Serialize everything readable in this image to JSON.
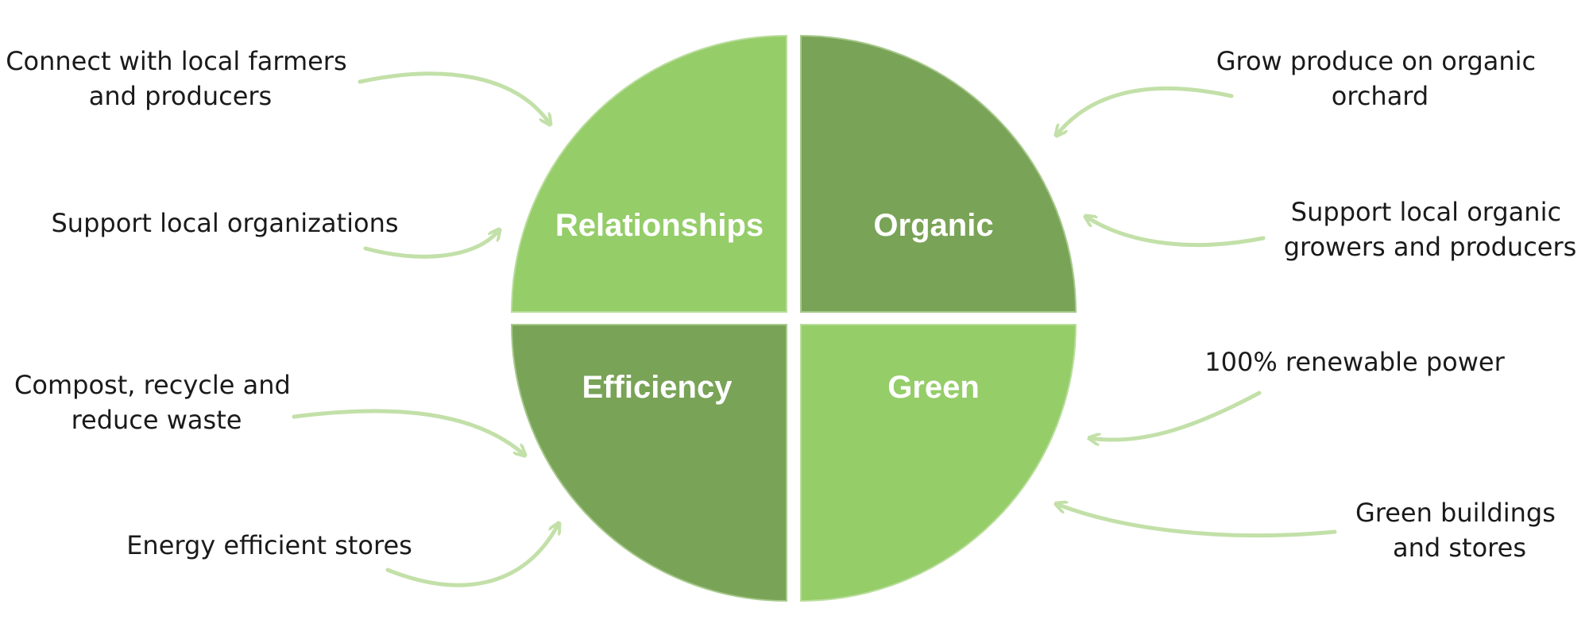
{
  "colors": {
    "light_green": "#95cd69",
    "dark_green": "#79a357",
    "arrow_green": "#c2e0a8",
    "text": "#1a1a1a",
    "label_text": "#ffffff"
  },
  "quadrants": [
    {
      "id": "relationships",
      "label": "Relationships"
    },
    {
      "id": "organic",
      "label": "Organic"
    },
    {
      "id": "efficiency",
      "label": "Efficiency"
    },
    {
      "id": "green",
      "label": "Green"
    }
  ],
  "annotations": [
    {
      "id": "connect-farmers",
      "quadrant": "relationships",
      "lines": [
        "Connect with local farmers",
        "and producers"
      ]
    },
    {
      "id": "support-local-orgs",
      "quadrant": "relationships",
      "lines": [
        "Support local organizations"
      ]
    },
    {
      "id": "grow-produce",
      "quadrant": "organic",
      "lines": [
        "Grow produce on organic",
        "orchard"
      ]
    },
    {
      "id": "support-organic-growers",
      "quadrant": "organic",
      "lines": [
        "Support local organic",
        "growers and producers"
      ]
    },
    {
      "id": "compost-recycle",
      "quadrant": "efficiency",
      "lines": [
        "Compost, recycle and",
        "reduce waste"
      ]
    },
    {
      "id": "energy-efficient",
      "quadrant": "efficiency",
      "lines": [
        "Energy efficient stores"
      ]
    },
    {
      "id": "renewable-power",
      "quadrant": "green",
      "lines": [
        "100% renewable power"
      ]
    },
    {
      "id": "green-buildings",
      "quadrant": "green",
      "lines": [
        "Green buildings",
        "and stores"
      ]
    }
  ]
}
